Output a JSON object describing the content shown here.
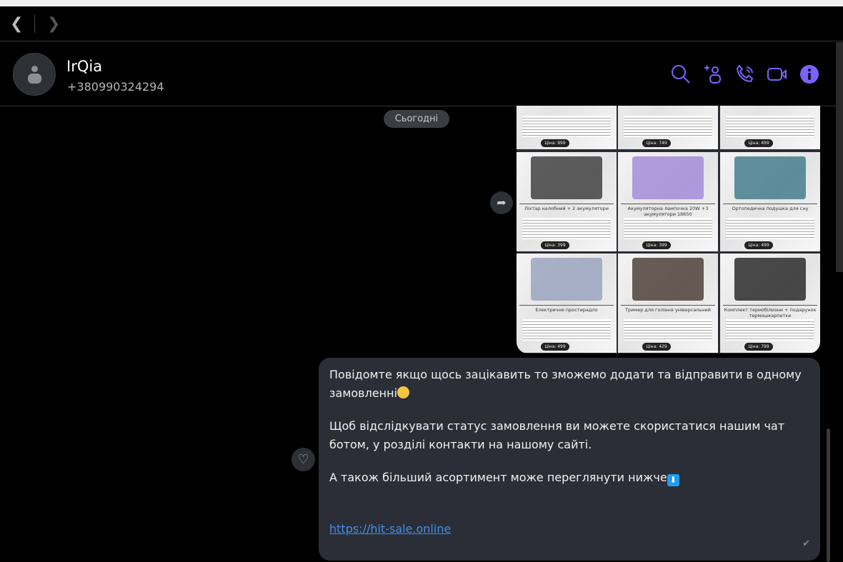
{
  "nav": {
    "back_icon": "chevron-left-icon",
    "forward_icon": "chevron-right-icon"
  },
  "contact": {
    "name": "IrQia",
    "phone": "+380990324294"
  },
  "header_icons": [
    "search-icon",
    "add-participant-icon",
    "phone-call-icon",
    "video-call-icon",
    "info-icon"
  ],
  "accent_color": "#7b61ff",
  "chat": {
    "date_label": "Сьогодні",
    "products": [
      {
        "title": "",
        "price": "Ціна: 999 грн"
      },
      {
        "title": "",
        "price": "Ціна: 749 грн"
      },
      {
        "title": "",
        "price": "Ціна: 499 грн"
      },
      {
        "title": "Ліхтар налобний + 2 акумулятори",
        "price": "Ціна: 399 грн"
      },
      {
        "title": "Акумуляторна лампочка 20W +3 акумулятори 18650",
        "price": "Ціна: 399 грн"
      },
      {
        "title": "Ортопедична подушка для сну",
        "price": "Ціна: 499 грн"
      },
      {
        "title": "Електричне простирадло",
        "price": "Ціна: 499 грн"
      },
      {
        "title": "Тример для гоління універсальний",
        "price": "Ціна: 429 грн"
      },
      {
        "title": "Комплект термобілизни + подарунок термошкарпетки",
        "price": "Ціна: 799 грн"
      }
    ],
    "message": {
      "line1": "Повідомте якщо щось зацікавить то зможемо додати та відправити в одному замовленні",
      "line2": "Щоб відслідкувати статус замовлення ви можете скористатися нашим чат ботом, у розділі контакти на нашому сайті.",
      "line3": "А також більший асортимент може переглянути  нижче",
      "arrow_emoji": "⬇",
      "link": "https://hit-sale.online"
    }
  }
}
